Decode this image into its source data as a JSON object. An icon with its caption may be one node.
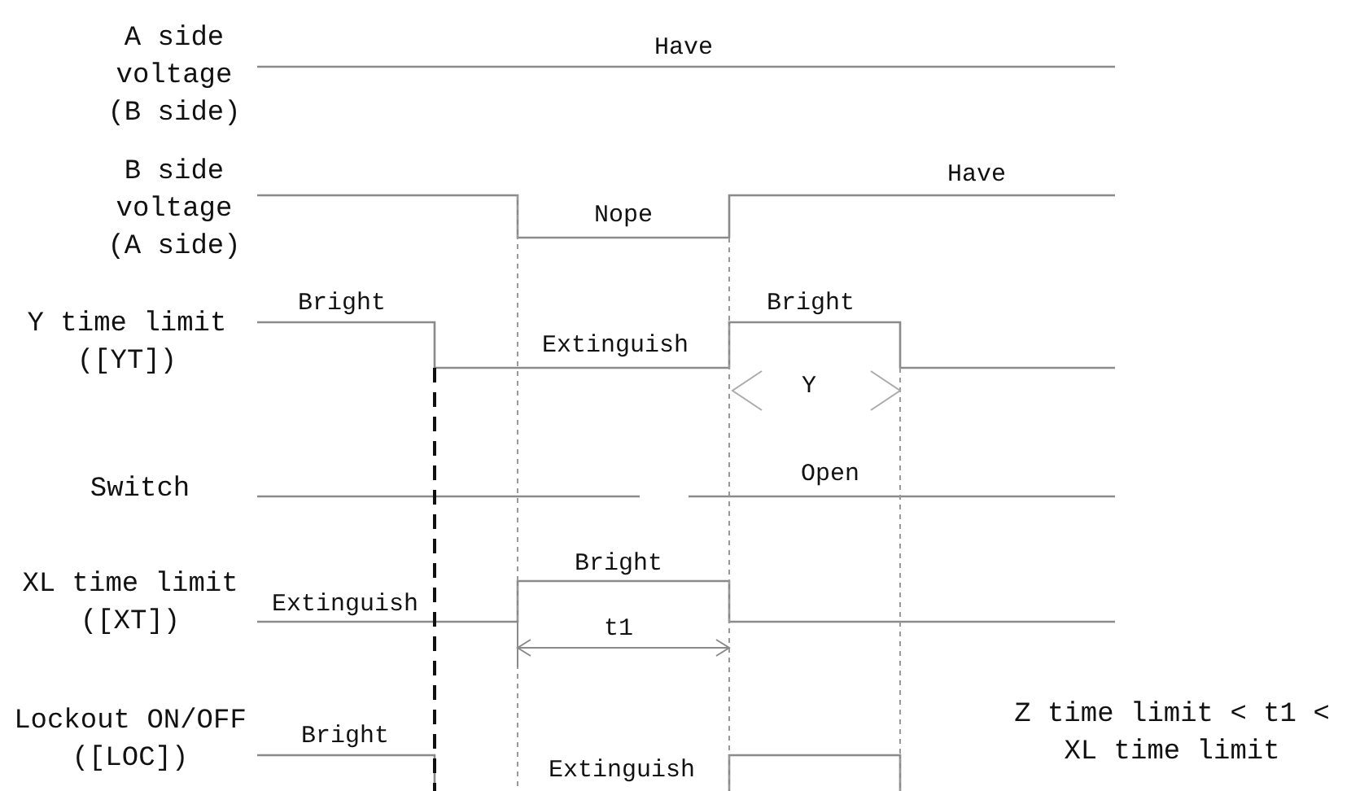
{
  "diagram": {
    "labels": [
      "A side voltage (B side)",
      "Have",
      "B side voltage (A side)",
      "Have",
      "Nope",
      "Y time limit ([YT])",
      "Bright",
      "Extinguish",
      "Bright",
      "Y",
      "Switch",
      "Open",
      "XL time limit ([XT])",
      "Extinguish",
      "Bright",
      "t1",
      "Z time limit < t1 < XL time limit",
      "Lockout ON/OFF ([LOC])",
      "Bright",
      "Extinguish"
    ]
  }
}
